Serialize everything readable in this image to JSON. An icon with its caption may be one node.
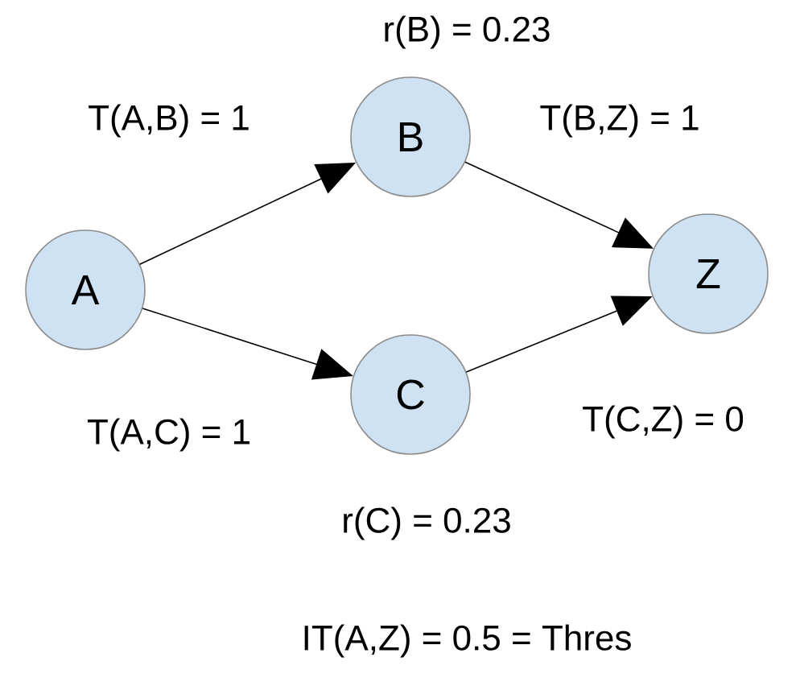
{
  "diagram": {
    "nodes": [
      {
        "text": [
          "A"
        ]
      },
      {
        "text": [
          "B"
        ],
        "beside": [
          "r(B) = 0.23"
        ]
      },
      {
        "text": [
          "C"
        ],
        "beside": [
          "r(C) = 0.23"
        ]
      },
      {
        "text": [
          "Z"
        ]
      }
    ],
    "edges": [
      {
        "from": 0,
        "to": 1,
        "arrow": "to",
        "label": "T(A,B) = 1"
      },
      {
        "from": 0,
        "to": 2,
        "arrow": "to",
        "label": "T(A,C) = 1"
      },
      {
        "from": 1,
        "to": 3,
        "arrow": "to",
        "label": "T(B,Z) = 1"
      },
      {
        "from": 2,
        "to": 3,
        "arrow": "to",
        "label": "T(C,Z) = 0"
      }
    ],
    "labels": [
      "IT(A,Z) = 0.5 = Thres"
    ]
  }
}
